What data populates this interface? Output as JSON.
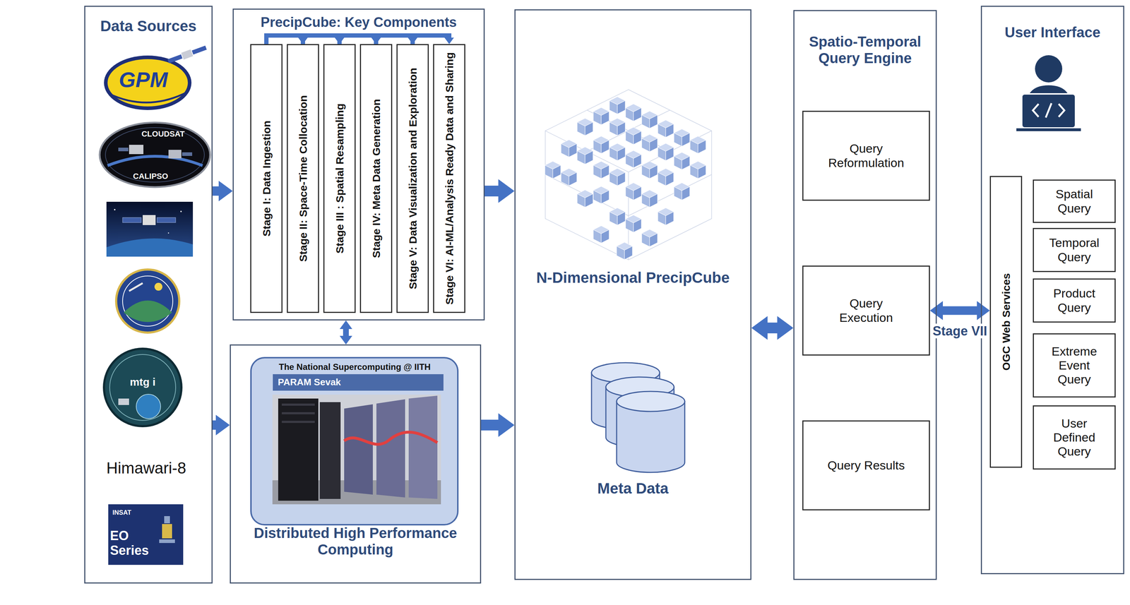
{
  "diagram": {
    "nodes": [
      {
        "text": [
          "Data Sources"
        ]
      },
      {
        "text": [
          "PrecipCube: Key Components"
        ]
      },
      {
        "text": [
          "Stage I: Data Ingestion"
        ],
        "in": 1
      },
      {
        "text": [
          "Stage II: Space-Time Collocation"
        ],
        "in": 1
      },
      {
        "text": [
          "Stage III : Spatial Resampling"
        ],
        "in": 1
      },
      {
        "text": [
          "Stage IV: Meta Data Generation"
        ],
        "in": 1
      },
      {
        "text": [
          "Stage V: Data Visualization and Exploration"
        ],
        "in": 1
      },
      {
        "text": [
          "Stage VI: AI-ML/Analysis Ready Data and Sharing"
        ],
        "in": 1
      },
      {
        "text": [
          "Distributed High Performance Computing"
        ]
      },
      {
        "text": [
          "The National Supercomputing @ IITH",
          "PARAM Sevak"
        ],
        "in": 8
      },
      {
        "text": [
          "N-Dimensional PrecipCube",
          "Meta Data"
        ]
      },
      {
        "text": [
          "Spatio-Temporal Query Engine"
        ]
      },
      {
        "text": [
          "Query Reformulation"
        ],
        "in": 11
      },
      {
        "text": [
          "Query Execution"
        ],
        "in": 11
      },
      {
        "text": [
          "Query Results"
        ],
        "in": 11
      },
      {
        "text": [
          "User Interface"
        ]
      },
      {
        "text": [
          "OGC Web Services"
        ],
        "in": 15
      },
      {
        "text": [
          "Spatial Query"
        ],
        "in": 15
      },
      {
        "text": [
          "Temporal Query"
        ],
        "in": 15
      },
      {
        "text": [
          "Product Query"
        ],
        "in": 15
      },
      {
        "text": [
          "Extreme Event Query"
        ],
        "in": 15
      },
      {
        "text": [
          "User Defined Query"
        ],
        "in": 15
      }
    ],
    "edges": [
      {
        "from": 0,
        "to": 1,
        "arrow": "to"
      },
      {
        "from": 0,
        "to": 8,
        "arrow": "to"
      },
      {
        "from": 2,
        "to": 3,
        "arrow": "to"
      },
      {
        "from": 3,
        "to": 4,
        "arrow": "to"
      },
      {
        "from": 4,
        "to": 5,
        "arrow": "to"
      },
      {
        "from": 5,
        "to": 6,
        "arrow": "to"
      },
      {
        "from": 6,
        "to": 7,
        "arrow": "to"
      },
      {
        "from": 1,
        "to": 8,
        "arrow": "both"
      },
      {
        "from": 1,
        "to": 10,
        "arrow": "to"
      },
      {
        "from": 8,
        "to": 10,
        "arrow": "to"
      },
      {
        "from": 10,
        "to": 11,
        "arrow": "both"
      },
      {
        "from": 13,
        "to": 16,
        "label": "Stage VII",
        "arrow": "both"
      }
    ],
    "labels": [
      "GPM",
      "CLOUDSAT",
      "CALIPSO",
      "mtg i",
      "Himawari-8",
      "INSAT",
      "EO Series"
    ]
  }
}
